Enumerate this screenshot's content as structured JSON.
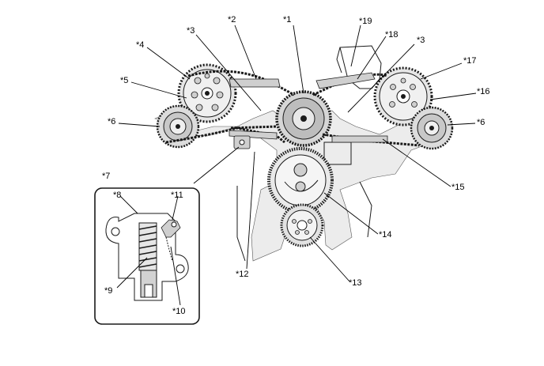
{
  "labels": {
    "l1": "*1",
    "l2": "*2",
    "l3a": "*3",
    "l3b": "*3",
    "l4": "*4",
    "l5": "*5",
    "l6a": "*6",
    "l6b": "*6",
    "l7": "*7",
    "l8": "*8",
    "l9": "*9",
    "l10": "*10",
    "l11": "*11",
    "l12": "*12",
    "l13": "*13",
    "l14": "*14",
    "l15": "*15",
    "l16": "*16",
    "l17": "*17",
    "l18": "*18",
    "l19": "*19"
  },
  "colors": {
    "ink": "#1a1a1a",
    "shade": "#cfcfcf",
    "background": "#ffffff"
  }
}
